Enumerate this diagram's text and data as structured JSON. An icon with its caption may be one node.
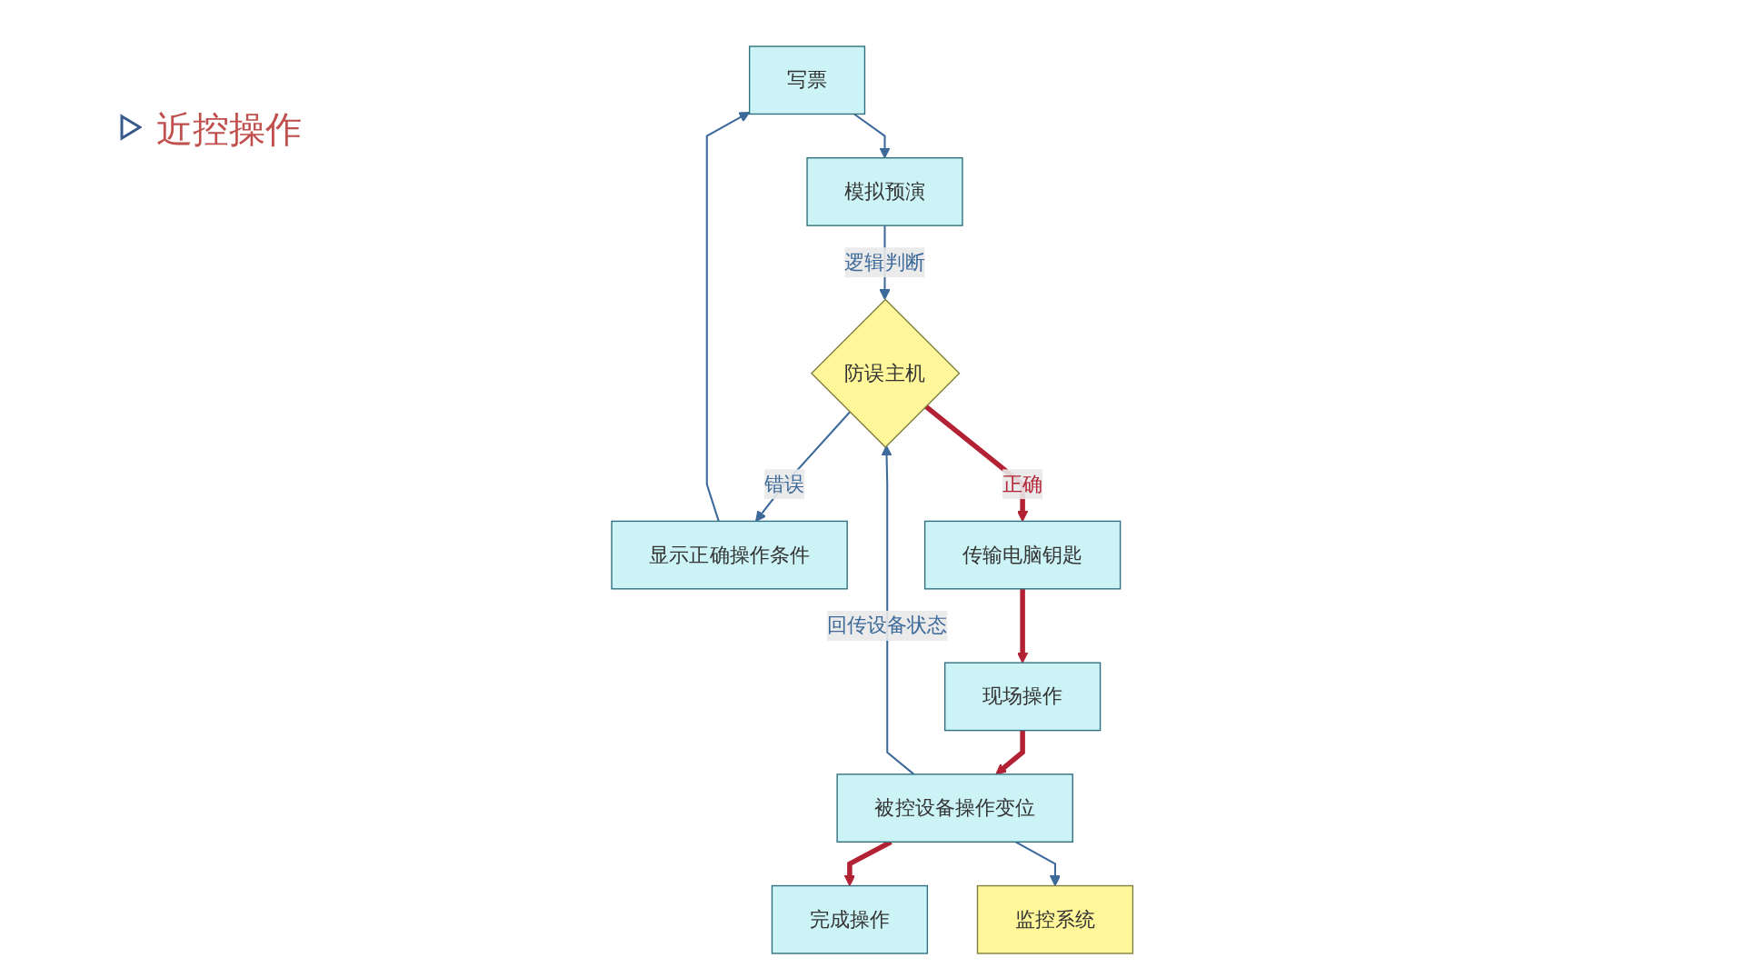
{
  "diagram": {
    "title": "近控操作",
    "nodes": [
      {
        "text": [
          "写票"
        ]
      },
      {
        "text": [
          "模拟预演"
        ]
      },
      {
        "text": [
          "防误主机"
        ]
      },
      {
        "text": [
          "显示正确操作条件"
        ]
      },
      {
        "text": [
          "传输电脑钥匙"
        ]
      },
      {
        "text": [
          "现场操作"
        ]
      },
      {
        "text": [
          "被控设备操作变位"
        ]
      },
      {
        "text": [
          "完成操作"
        ]
      },
      {
        "text": [
          "监控系统"
        ]
      }
    ],
    "edges": [
      {
        "from": 0,
        "to": 1,
        "arrow": "to"
      },
      {
        "from": 1,
        "to": 2,
        "arrow": "to",
        "label": "逻辑判断"
      },
      {
        "from": 2,
        "to": 3,
        "arrow": "to",
        "label": "错误"
      },
      {
        "from": 3,
        "to": 0,
        "arrow": "to"
      },
      {
        "from": 2,
        "to": 4,
        "arrow": "to",
        "label": "正确",
        "style": "thick",
        "color": "#b22234"
      },
      {
        "from": 4,
        "to": 5,
        "arrow": "to",
        "style": "thick",
        "color": "#b22234"
      },
      {
        "from": 5,
        "to": 6,
        "arrow": "to",
        "style": "thick",
        "color": "#b22234"
      },
      {
        "from": 6,
        "to": 7,
        "arrow": "to",
        "style": "thick",
        "color": "#b22234"
      },
      {
        "from": 6,
        "to": 2,
        "arrow": "to",
        "label": "回传设备状态"
      },
      {
        "from": 6,
        "to": 8,
        "arrow": "to"
      }
    ]
  }
}
